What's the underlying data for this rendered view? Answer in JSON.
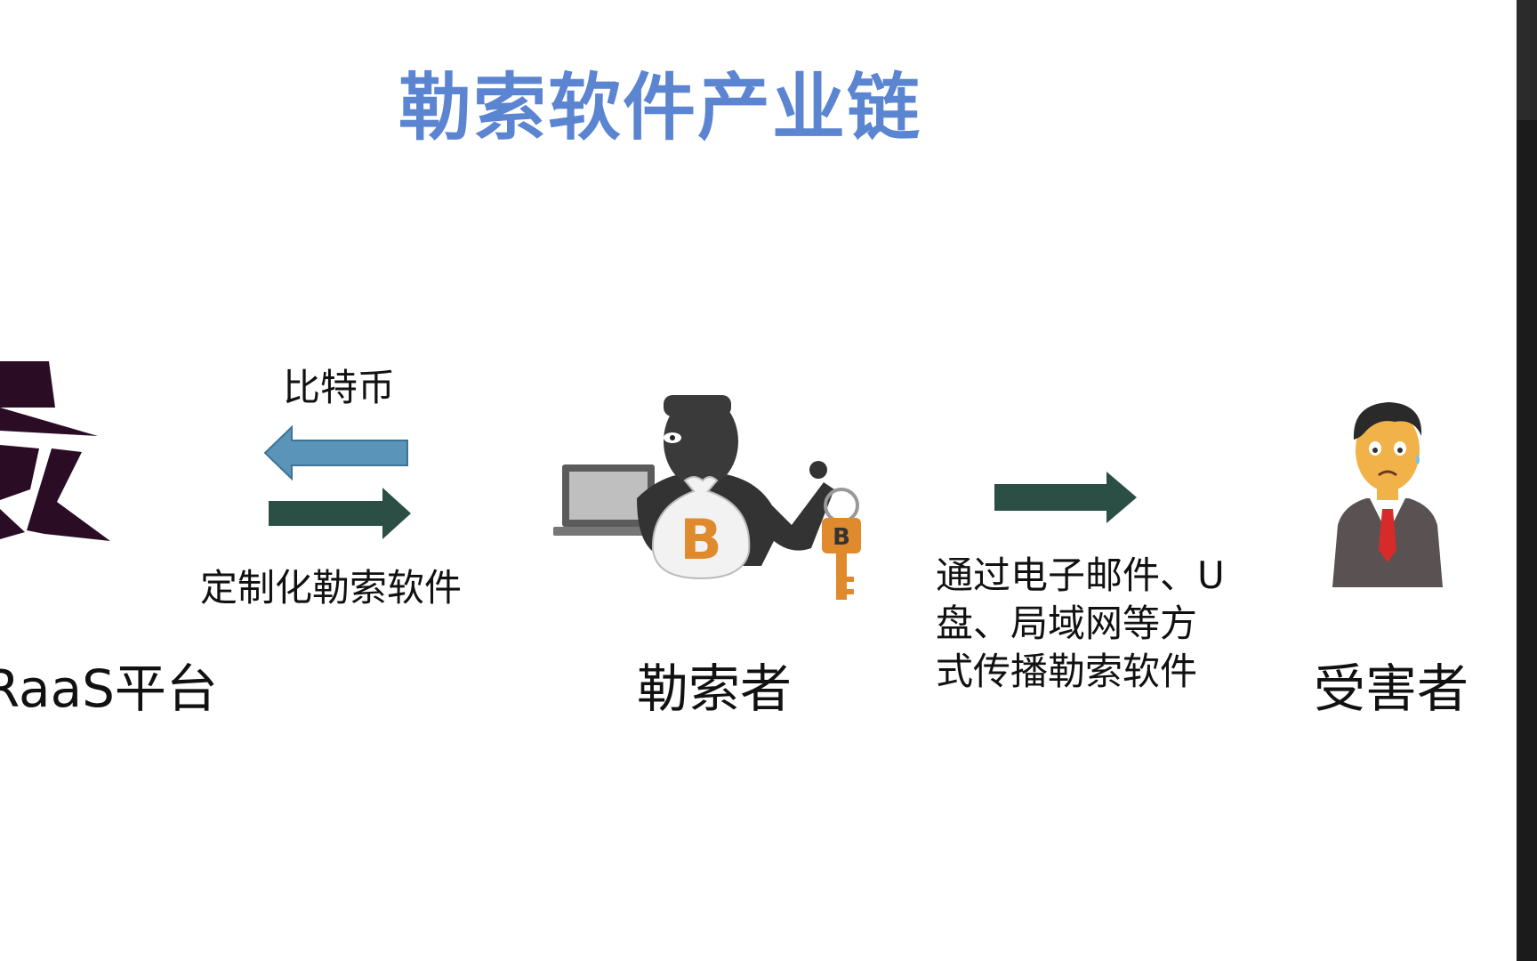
{
  "slide": {
    "title": "勒索软件产业链",
    "labels": {
      "raas_platform": "RaaS平台",
      "bitcoin": "比特币",
      "customized_ransomware": "定制化勒索软件",
      "extortioner": "勒索者",
      "victim": "受害者",
      "spread_method_lines": [
        "通过电子邮件、U",
        "盘、局域网等方",
        "式传播勒索软件"
      ]
    },
    "icons": {
      "raas": "hacker-spy-icon",
      "extortioner": "masked-thief-with-bitcoin-bag-icon",
      "victim": "worried-businessman-icon"
    },
    "colors": {
      "title": "#5b84d1",
      "arrow_left": "#5a94b8",
      "arrow_right": "#2b4e45",
      "hacker": "#2a0d24",
      "bitcoin": "#e08a2e"
    }
  }
}
